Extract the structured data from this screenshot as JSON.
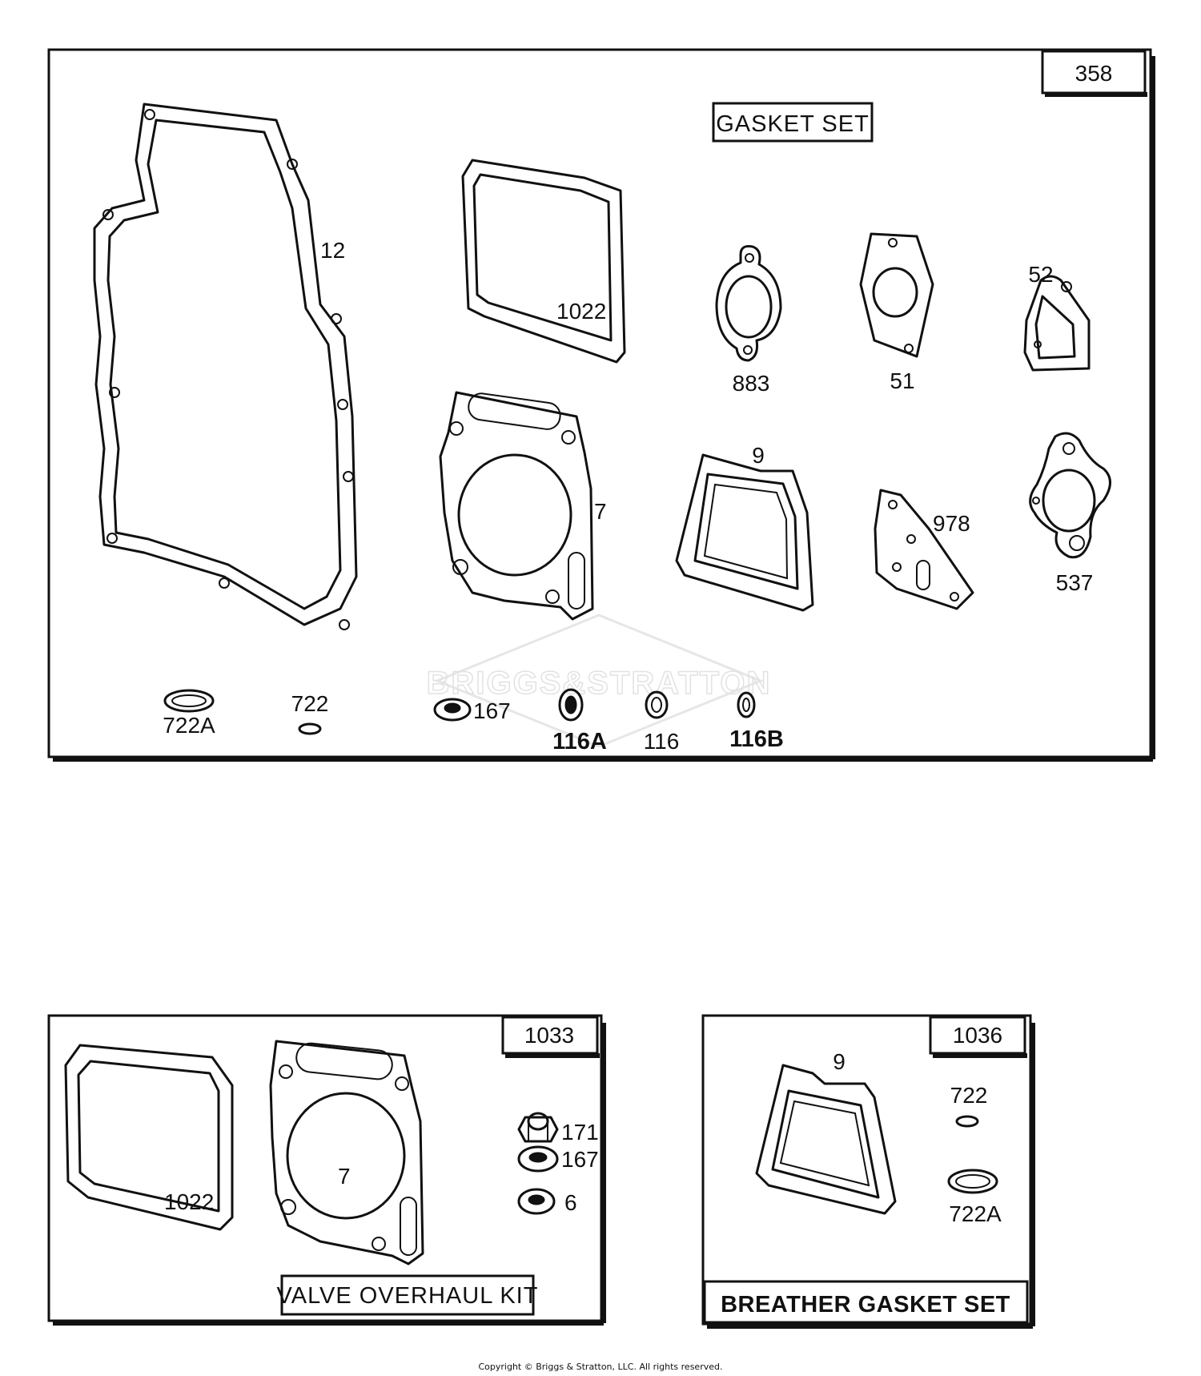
{
  "panels": {
    "gasket_set": {
      "ref": "358",
      "title": "GASKET SET",
      "parts": {
        "p12": "12",
        "p1022": "1022",
        "p883": "883",
        "p51": "51",
        "p52": "52",
        "p7": "7",
        "p9": "9",
        "p978": "978",
        "p537": "537",
        "p722A": "722A",
        "p722": "722",
        "p167": "167",
        "p116A": "116A",
        "p116": "116",
        "p116B": "116B"
      },
      "watermark": "BRIGGS&STRATTON"
    },
    "valve_overhaul_kit": {
      "ref": "1033",
      "title": "VALVE OVERHAUL KIT",
      "parts": {
        "p1022": "1022",
        "p7": "7",
        "p171": "171",
        "p167": "167",
        "p6": "6"
      }
    },
    "breather_gasket_set": {
      "ref": "1036",
      "title": "BREATHER GASKET SET",
      "parts": {
        "p9": "9",
        "p722": "722",
        "p722A": "722A"
      }
    }
  },
  "copyright": "Copyright © Briggs & Stratton, LLC. All rights reserved."
}
